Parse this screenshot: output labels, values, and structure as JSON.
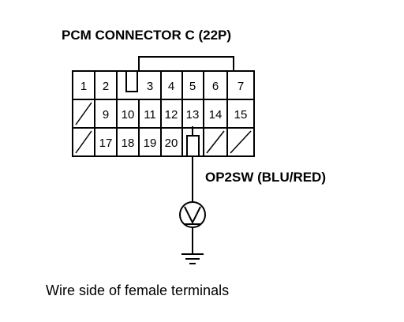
{
  "title": "PCM CONNECTOR C (22P)",
  "signal_label": "OP2SW (BLU/RED)",
  "caption": "Wire side of female terminals",
  "connector": {
    "row1": [
      "1",
      "2",
      "",
      "3",
      "4",
      "5",
      "6",
      "7"
    ],
    "row2": [
      "",
      "9",
      "10",
      "11",
      "12",
      "13",
      "14",
      "15"
    ],
    "row3": [
      "",
      "17",
      "18",
      "19",
      "20",
      "",
      "",
      ""
    ],
    "highlighted_terminal": "13"
  },
  "symbols": [
    "oil-pressure-switch-icon",
    "ground-icon"
  ]
}
